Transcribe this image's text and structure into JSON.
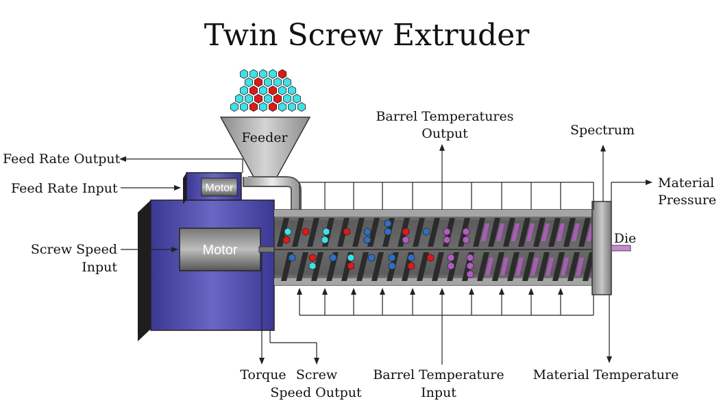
{
  "title": "Twin Screw Extruder",
  "components": {
    "feeder": "Feeder",
    "main_motor": "Motor",
    "feed_motor": "Motor",
    "die": "Die"
  },
  "labels": {
    "feed_rate_output": "Feed Rate Output",
    "feed_rate_input": "Feed Rate Input",
    "screw_speed_input_line1": "Screw Speed",
    "screw_speed_input_line2": "Input",
    "barrel_temps_output_line1": "Barrel Temperatures",
    "barrel_temps_output_line2": "Output",
    "spectrum": "Spectrum",
    "material_pressure_line1": "Material",
    "material_pressure_line2": "Pressure",
    "torque": "Torque",
    "screw_speed_output_line1": "Screw",
    "screw_speed_output_line2": "Speed Output",
    "barrel_temp_input_line1": "Barrel Temperature",
    "barrel_temp_input_line2": "Input",
    "material_temperature": "Material Temperature"
  },
  "colors": {
    "motor_blue": "#4a47a8",
    "motor_dark": "#222222",
    "barrel_gray": "#6e6e6e",
    "pellet_cyan": "#3fe0e8",
    "pellet_red": "#e01818",
    "pellet_blue": "#2f6fc4",
    "pellet_purple": "#b05cc0"
  }
}
